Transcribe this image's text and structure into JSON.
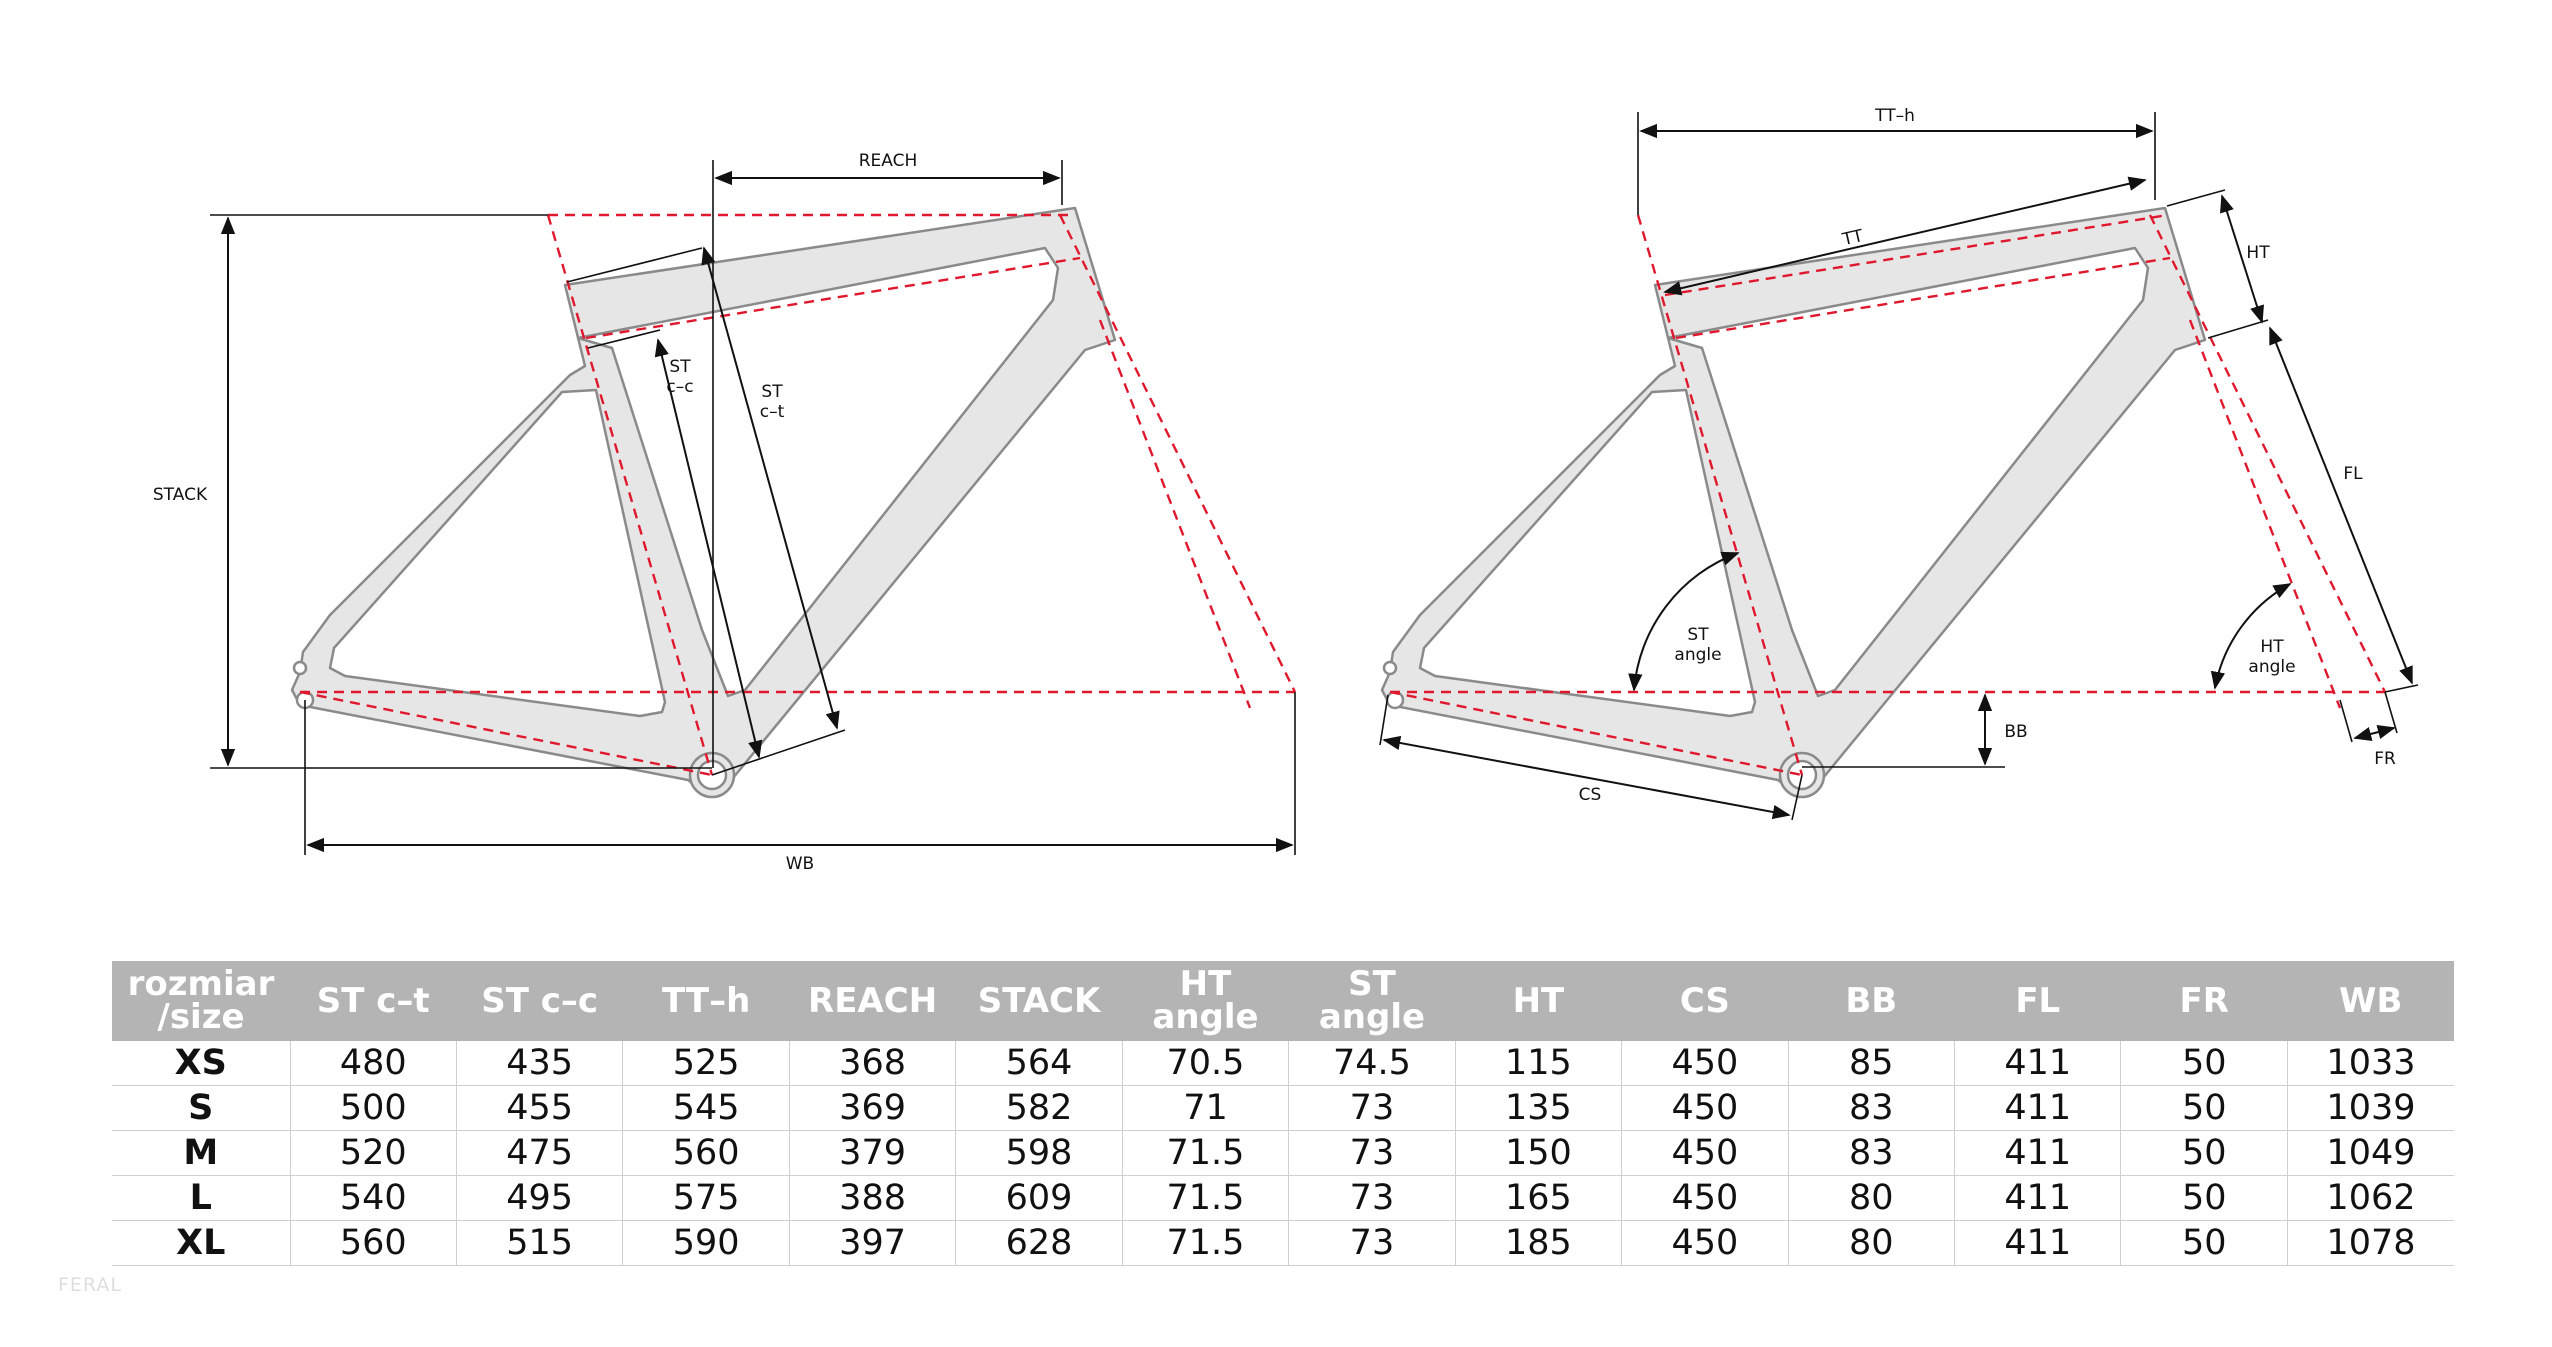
{
  "left_diagram": {
    "labels": {
      "reach": "REACH",
      "stack": "STACK",
      "st_cc": [
        "ST",
        "c–c"
      ],
      "st_ct": [
        "ST",
        "c–t"
      ],
      "wb": "WB"
    }
  },
  "right_diagram": {
    "labels": {
      "tt_h": "TT–h",
      "tt": "TT",
      "ht": "HT",
      "fl": "FL",
      "st_angle": [
        "ST",
        "angle"
      ],
      "ht_angle": [
        "HT",
        "angle"
      ],
      "bb": "BB",
      "cs": "CS",
      "fr": "FR"
    }
  },
  "table": {
    "headers": [
      [
        "rozmiar",
        "/size"
      ],
      [
        "ST c–t"
      ],
      [
        "ST c–c"
      ],
      [
        "TT–h"
      ],
      [
        "REACH"
      ],
      [
        "STACK"
      ],
      [
        "HT",
        "angle"
      ],
      [
        "ST",
        "angle"
      ],
      [
        "HT"
      ],
      [
        "CS"
      ],
      [
        "BB"
      ],
      [
        "FL"
      ],
      [
        "FR"
      ],
      [
        "WB"
      ]
    ],
    "rows": [
      [
        "XS",
        "480",
        "435",
        "525",
        "368",
        "564",
        "70.5",
        "74.5",
        "115",
        "450",
        "85",
        "411",
        "50",
        "1033"
      ],
      [
        "S",
        "500",
        "455",
        "545",
        "369",
        "582",
        "71",
        "73",
        "135",
        "450",
        "83",
        "411",
        "50",
        "1039"
      ],
      [
        "M",
        "520",
        "475",
        "560",
        "379",
        "598",
        "71.5",
        "73",
        "150",
        "450",
        "83",
        "411",
        "50",
        "1049"
      ],
      [
        "L",
        "540",
        "495",
        "575",
        "388",
        "609",
        "71.5",
        "73",
        "165",
        "450",
        "80",
        "411",
        "50",
        "1062"
      ],
      [
        "XL",
        "560",
        "515",
        "590",
        "397",
        "628",
        "71.5",
        "73",
        "185",
        "450",
        "80",
        "411",
        "50",
        "1078"
      ]
    ]
  },
  "watermark": "FERAL"
}
